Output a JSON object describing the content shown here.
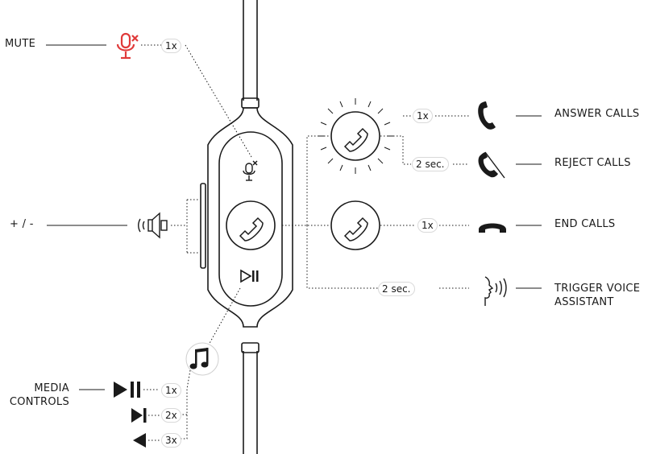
{
  "labels": {
    "mute": "MUTE",
    "volume": "+ / -",
    "media_controls": "MEDIA\nCONTROLS",
    "answer_calls": "ANSWER CALLS",
    "reject_calls": "REJECT CALLS",
    "end_calls": "END CALLS",
    "trigger_voice_assistant": "TRIGGER VOICE\nASSISTANT"
  },
  "tags": {
    "mute_press": "1x",
    "answer_press": "1x",
    "reject_press": "2 sec.",
    "end_press": "1x",
    "voice_press": "2 sec.",
    "media_play_press": "1x",
    "media_next_press": "2x",
    "media_prev_press": "3x"
  },
  "colors": {
    "accent": "#e03a3a",
    "line": "#1a1a1a"
  },
  "icons": {
    "mute": "microphone-muted-icon",
    "volume": "speaker-icon",
    "call": "handset-icon",
    "answer": "phone-answer-icon",
    "reject": "phone-reject-icon",
    "end": "phone-end-icon",
    "voice": "voice-assistant-icon",
    "music": "music-note-icon",
    "play_pause": "play-pause-icon",
    "next": "next-track-icon",
    "previous": "previous-track-icon"
  }
}
